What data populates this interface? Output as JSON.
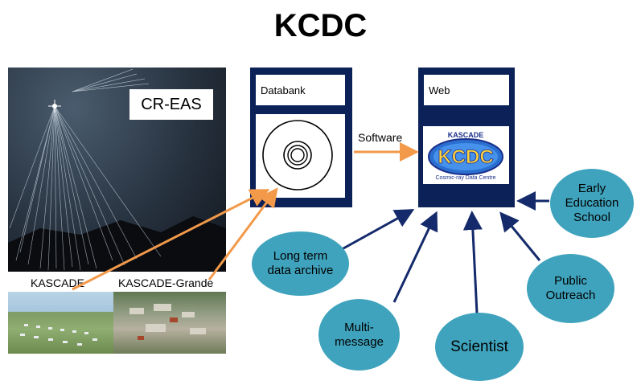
{
  "title": "KCDC",
  "image_label": "CR-EAS",
  "site_labels": {
    "left": "KASCADE",
    "right": "KASCADE-Grande"
  },
  "databank": {
    "label": "Databank"
  },
  "web": {
    "label": "Web"
  },
  "connector_label": "Software",
  "logo": {
    "top_text": "KASCADE",
    "main_text": "KCDC",
    "bottom_text": "Cosmic-ray Data Centre"
  },
  "nodes": [
    {
      "label": "Early\nEducation\nSchool"
    },
    {
      "label": "Long term\ndata archive"
    },
    {
      "label": "Public\nOutreach"
    },
    {
      "label": "Multi-\nmessage"
    },
    {
      "label": "Scientist"
    }
  ],
  "colors": {
    "panel": "#0b2157",
    "node_fill": "#3fa3bd",
    "arrow_navy": "#142a6b",
    "arrow_orange": "#f2994a"
  }
}
